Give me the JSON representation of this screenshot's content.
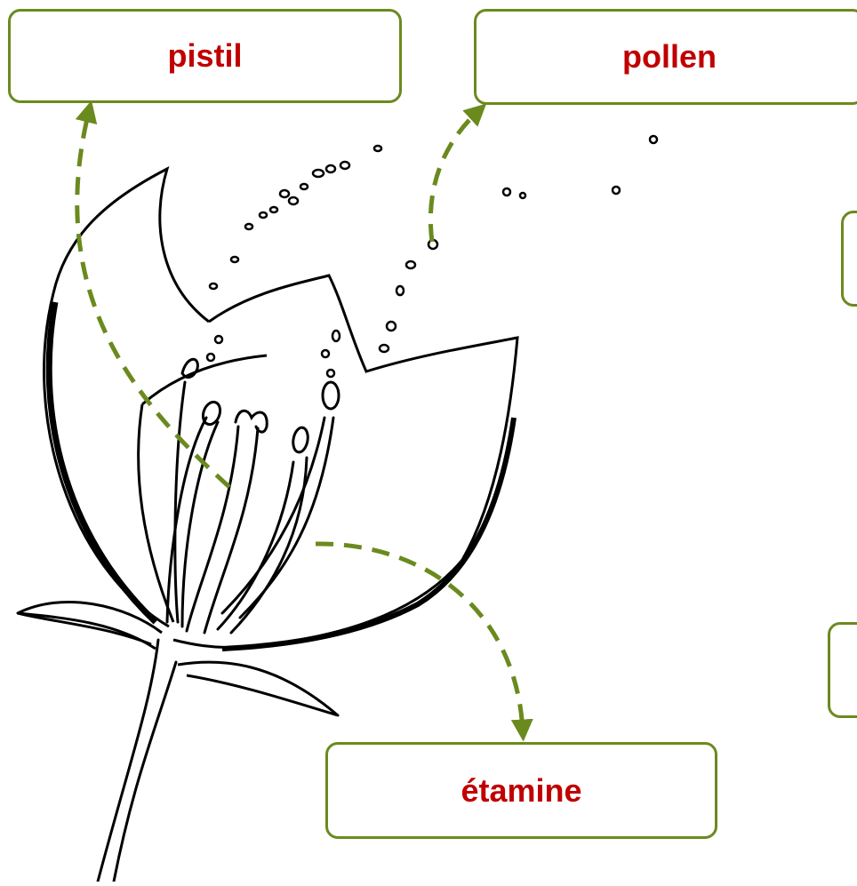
{
  "labels": {
    "pistil": "pistil",
    "pollen": "pollen",
    "etamine": "étamine",
    "empty_1": "",
    "empty_2": ""
  },
  "colors": {
    "box_border": "#6b8a1e",
    "label_text": "#c00000",
    "arrow": "#6b8a1e",
    "line_art": "#000000"
  }
}
